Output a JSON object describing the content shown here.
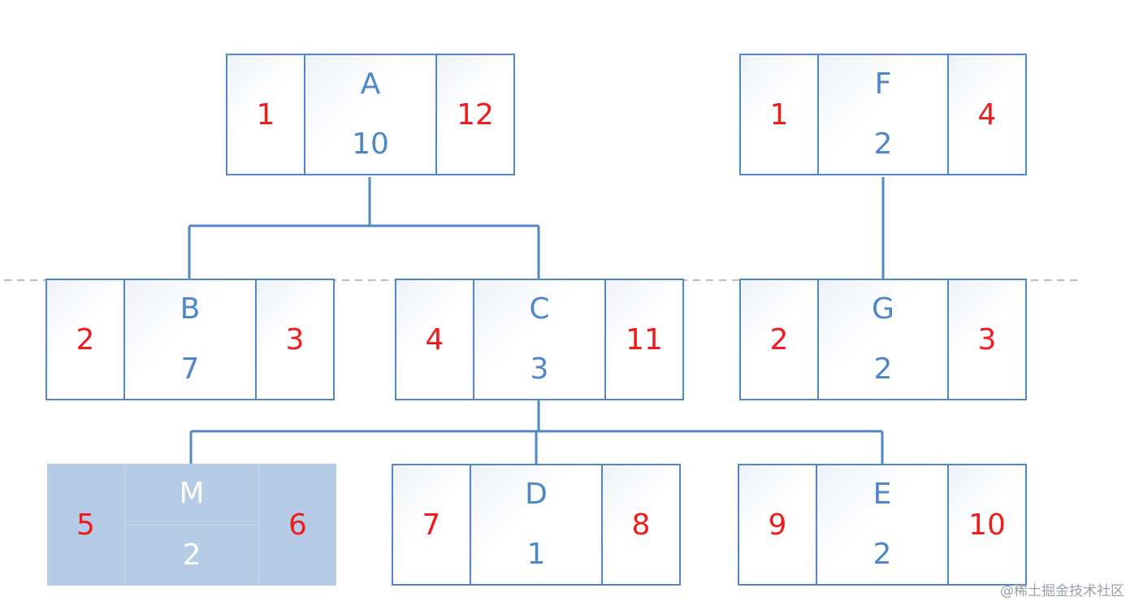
{
  "nodes": {
    "A": {
      "name": "A",
      "value": "10",
      "left_num": "1",
      "right_num": "12"
    },
    "F": {
      "name": "F",
      "value": "2",
      "left_num": "1",
      "right_num": "4"
    },
    "B": {
      "name": "B",
      "value": "7",
      "left_num": "2",
      "right_num": "3"
    },
    "C": {
      "name": "C",
      "value": "3",
      "left_num": "4",
      "right_num": "11"
    },
    "G": {
      "name": "G",
      "value": "2",
      "left_num": "2",
      "right_num": "3"
    },
    "M": {
      "name": "M",
      "value": "2",
      "left_num": "5",
      "right_num": "6"
    },
    "D": {
      "name": "D",
      "value": "1",
      "left_num": "7",
      "right_num": "8"
    },
    "E": {
      "name": "E",
      "value": "2",
      "left_num": "9",
      "right_num": "10"
    }
  },
  "watermark": "@稀土掘金技术社区",
  "colors": {
    "border": "#4f87c8",
    "number": "#ee1c1c",
    "text": "#4f87c8",
    "highlight": "#b6cbe6",
    "divider": "#bbbbbb"
  }
}
